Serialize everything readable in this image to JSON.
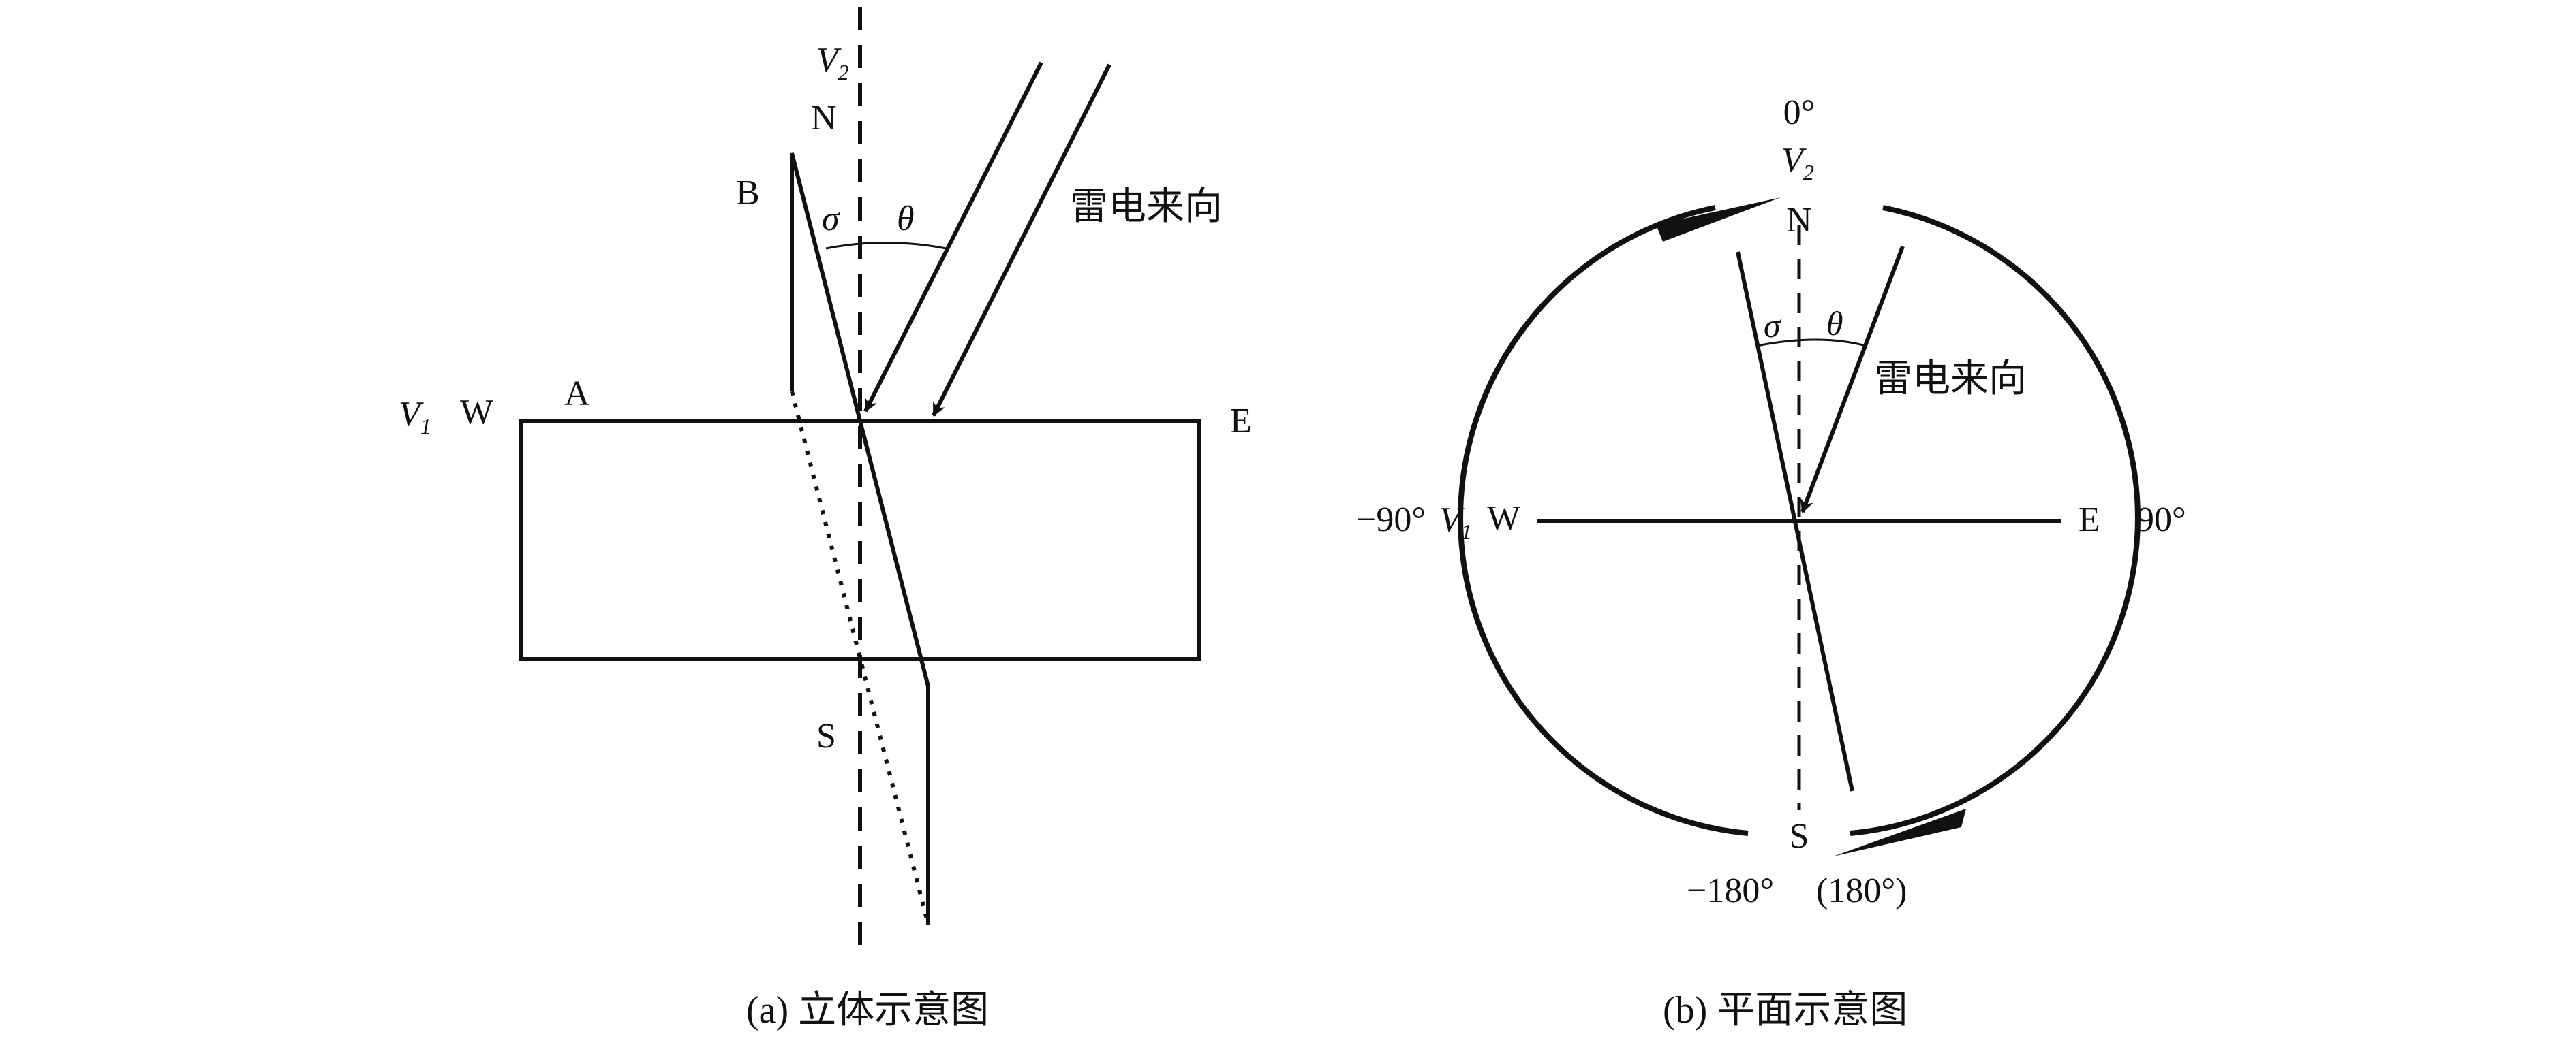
{
  "panel_a": {
    "label_v1": "V",
    "label_v1_sub": "1",
    "label_w": "W",
    "label_a": "A",
    "label_e": "E",
    "label_b": "B",
    "label_n": "N",
    "label_s": "S",
    "label_v2": "V",
    "label_v2_sub": "2",
    "label_sigma": "σ",
    "label_theta": "θ",
    "label_lightning": "雷电来向",
    "caption": "(a) 立体示意图"
  },
  "panel_b": {
    "label_0deg": "0°",
    "label_v2": "V",
    "label_v2_sub": "2",
    "label_n": "N",
    "label_sigma": "σ",
    "label_theta": "θ",
    "label_lightning": "雷电来向",
    "label_minus90": "−90°",
    "label_v1": "V",
    "label_v1_sub": "1",
    "label_w": "W",
    "label_e": "E",
    "label_90": "90°",
    "label_s": "S",
    "label_minus180": "−180°",
    "label_180": "(180°)",
    "caption": "(b) 平面示意图"
  },
  "colors": {
    "stroke": "#111111",
    "background": "#ffffff"
  }
}
